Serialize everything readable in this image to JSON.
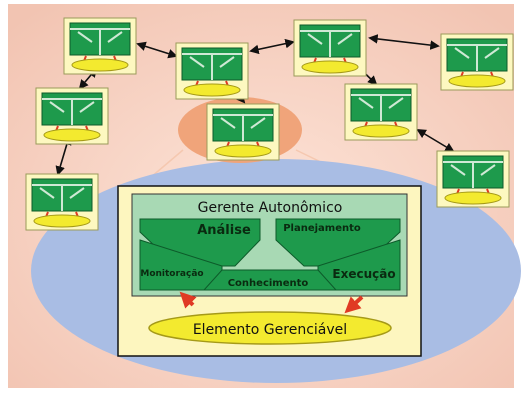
{
  "diagram": {
    "title": "Gerente Autonômico",
    "phases": {
      "analysis": "Análise",
      "planning": "Planejamento",
      "monitoring": "Monitoração",
      "execution": "Execução",
      "knowledge": "Conhecimento"
    },
    "managed_element": "Elemento Gerenciável"
  },
  "colors": {
    "background": "#f6d5c6",
    "node_frame": "#fdf8c0",
    "node_green": "#1e9a4c",
    "node_base": "#f3ea2f",
    "ellipse_blue": "#a9bde4",
    "highlight": "#f0a47a",
    "manager_frame": "#fdf6bf",
    "manager_box": "#a8d9b4",
    "phase_green": "#1e9a4c",
    "arrow_red": "#e03a24"
  }
}
